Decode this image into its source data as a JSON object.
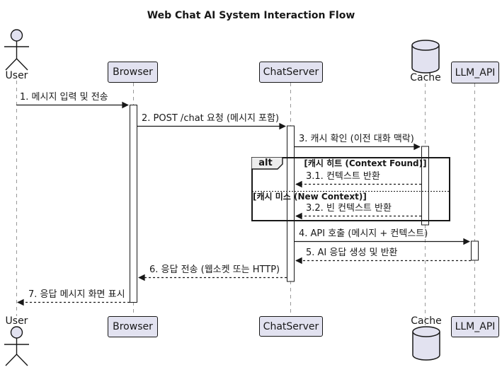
{
  "diagram": {
    "title": "Web Chat AI System Interaction Flow",
    "kind": "uml-sequence-diagram"
  },
  "participants": [
    {
      "label": "User",
      "kind": "actor"
    },
    {
      "label": "Browser",
      "kind": "participant"
    },
    {
      "label": "ChatServer",
      "kind": "participant"
    },
    {
      "label": "Cache",
      "kind": "database"
    },
    {
      "label": "LLM_API",
      "kind": "participant"
    }
  ],
  "messages": [
    {
      "label": "1. 메시지 입력 및 전송",
      "from": "User",
      "to": "Browser",
      "line": "solid"
    },
    {
      "label": "2. POST /chat 요청 (메시지 포함)",
      "from": "Browser",
      "to": "ChatServer",
      "line": "solid"
    },
    {
      "label": "3. 캐시 확인 (이전 대화 맥락)",
      "from": "ChatServer",
      "to": "Cache",
      "line": "solid"
    },
    {
      "label": "3.1. 컨텍스트 반환",
      "from": "Cache",
      "to": "ChatServer",
      "line": "dashed"
    },
    {
      "label": "3.2. 빈 컨텍스트 반환",
      "from": "Cache",
      "to": "ChatServer",
      "line": "dashed"
    },
    {
      "label": "4. API 호출 (메시지 + 컨텍스트)",
      "from": "ChatServer",
      "to": "LLM_API",
      "line": "solid"
    },
    {
      "label": "5. AI 응답 생성 및 반환",
      "from": "LLM_API",
      "to": "ChatServer",
      "line": "dashed"
    },
    {
      "label": "6. 응답 전송 (웹소켓 또는 HTTP)",
      "from": "ChatServer",
      "to": "Browser",
      "line": "dashed"
    },
    {
      "label": "7. 응답 메시지 화면 표시",
      "from": "Browser",
      "to": "User",
      "line": "dashed"
    }
  ],
  "fragment": {
    "operator": "alt",
    "guards": [
      "[캐시 히트 (Context Found)]",
      "[캐시 미스 (New Context)]"
    ]
  },
  "colors": {
    "participant_fill": "#E2E2F0",
    "participant_border": "#181818",
    "line": "#181818",
    "lifeline": "#999999",
    "fragment_label_fill": "#EEEEEE",
    "background": "#FFFFFF"
  }
}
